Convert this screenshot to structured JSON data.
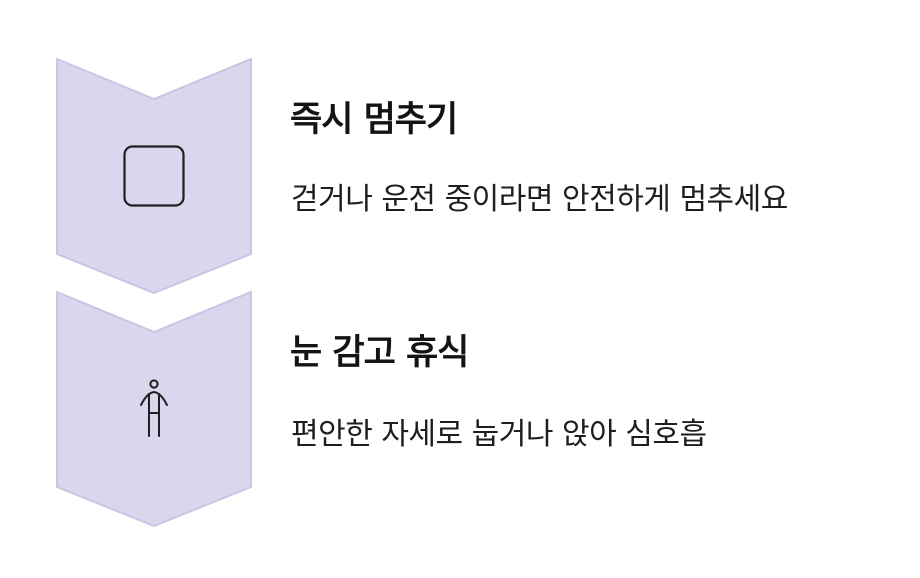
{
  "colors": {
    "chevron_fill": "#d8d7ed",
    "chevron_stroke": "#c7c6e3",
    "icon_stroke": "#1f1f1f",
    "title_text": "#141414",
    "body_text": "#1e1e1e"
  },
  "steps": [
    {
      "icon": "stop-square-icon",
      "title": "즉시 멈추기",
      "description": "걷거나 운전 중이라면 안전하게 멈추세요"
    },
    {
      "icon": "person-resting-icon",
      "title": "눈 감고 휴식",
      "description": "편안한 자세로 눕거나 앉아 심호흡"
    }
  ]
}
